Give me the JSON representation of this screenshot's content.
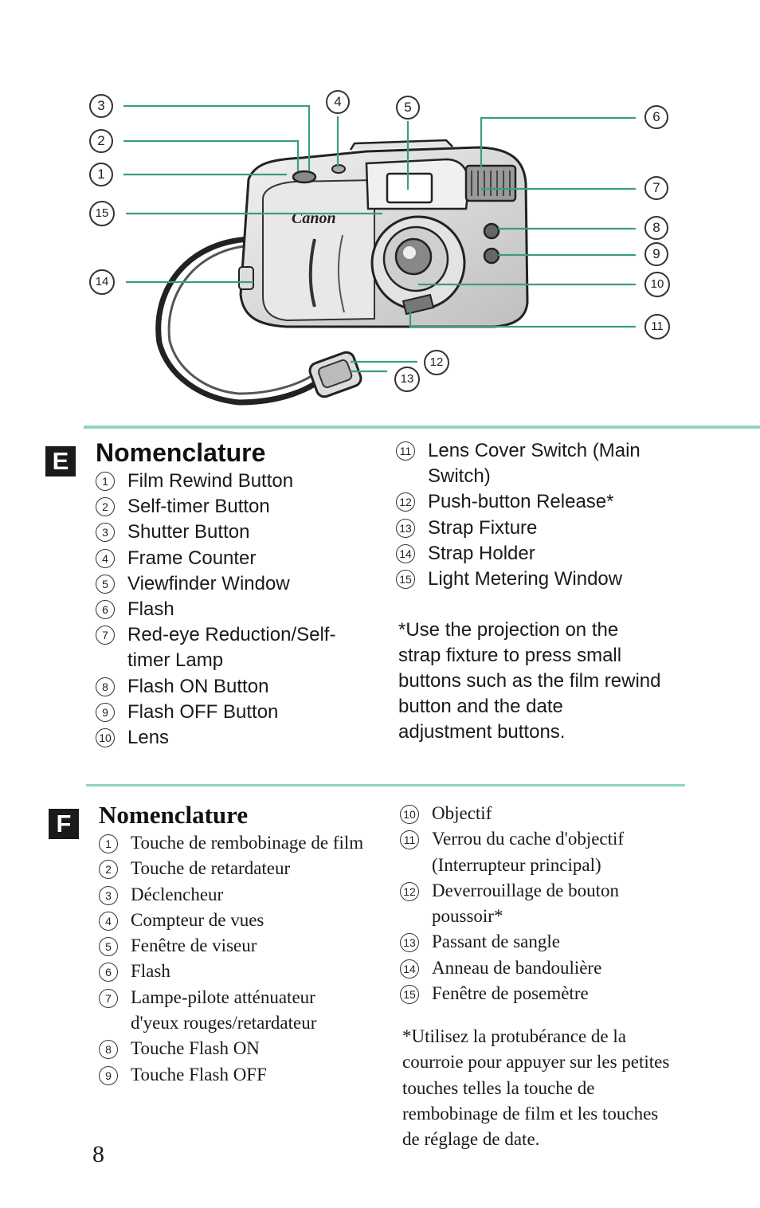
{
  "diagram": {
    "callouts": [
      "3",
      "2",
      "1",
      "15",
      "14",
      "4",
      "5",
      "6",
      "7",
      "8",
      "9",
      "10",
      "11",
      "12",
      "13"
    ],
    "brand": "Canon"
  },
  "section_e": {
    "letter": "E",
    "title": "Nomenclature",
    "items": [
      {
        "num": "1",
        "label": "Film Rewind Button"
      },
      {
        "num": "2",
        "label": "Self-timer Button"
      },
      {
        "num": "3",
        "label": "Shutter Button"
      },
      {
        "num": "4",
        "label": "Frame Counter"
      },
      {
        "num": "5",
        "label": "Viewfinder Window"
      },
      {
        "num": "6",
        "label": "Flash"
      },
      {
        "num": "7",
        "label": "Red-eye Reduction/Self-timer Lamp"
      },
      {
        "num": "8",
        "label": "Flash ON Button"
      },
      {
        "num": "9",
        "label": "Flash OFF Button"
      },
      {
        "num": "10",
        "label": "Lens"
      },
      {
        "num": "11",
        "label": "Lens Cover Switch (Main Switch)"
      },
      {
        "num": "12",
        "label": "Push-button Release*"
      },
      {
        "num": "13",
        "label": "Strap Fixture"
      },
      {
        "num": "14",
        "label": "Strap Holder"
      },
      {
        "num": "15",
        "label": "Light Metering Window"
      }
    ],
    "note": "*Use the projection on the strap fixture to press small buttons such as the film rewind button and the date adjustment buttons."
  },
  "section_f": {
    "letter": "F",
    "title": "Nomenclature",
    "items": [
      {
        "num": "1",
        "label": "Touche de rembobinage de film"
      },
      {
        "num": "2",
        "label": "Touche de retardateur"
      },
      {
        "num": "3",
        "label": "Déclencheur"
      },
      {
        "num": "4",
        "label": "Compteur de vues"
      },
      {
        "num": "5",
        "label": "Fenêtre de viseur"
      },
      {
        "num": "6",
        "label": "Flash"
      },
      {
        "num": "7",
        "label": "Lampe-pilote atténuateur d'yeux rouges/retardateur"
      },
      {
        "num": "8",
        "label": "Touche Flash ON"
      },
      {
        "num": "9",
        "label": "Touche Flash OFF"
      },
      {
        "num": "10",
        "label": "Objectif"
      },
      {
        "num": "11",
        "label": "Verrou du cache d'objectif (Interrupteur principal)"
      },
      {
        "num": "12",
        "label": "Deverrouillage de bouton poussoir*"
      },
      {
        "num": "13",
        "label": "Passant de sangle"
      },
      {
        "num": "14",
        "label": "Anneau de bandoulière"
      },
      {
        "num": "15",
        "label": "Fenêtre de posemètre"
      }
    ],
    "note": "*Utilisez la protubérance de la courroie pour appuyer sur les petites touches telles la touche de rembobinage de film et les touches de réglage de date."
  },
  "page_number": "8"
}
